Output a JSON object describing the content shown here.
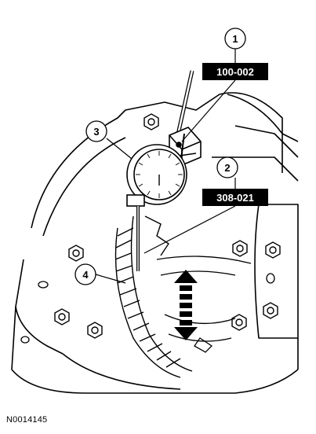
{
  "callouts": [
    {
      "number": "1"
    },
    {
      "number": "2"
    },
    {
      "number": "3"
    },
    {
      "number": "4"
    }
  ],
  "tool_labels": {
    "tool_1": "100-002",
    "tool_2": "308-021"
  },
  "figure_id": "N0014145",
  "colors": {
    "line": "#000000",
    "label_bg": "#000000",
    "label_text": "#ffffff",
    "background": "#ffffff"
  }
}
